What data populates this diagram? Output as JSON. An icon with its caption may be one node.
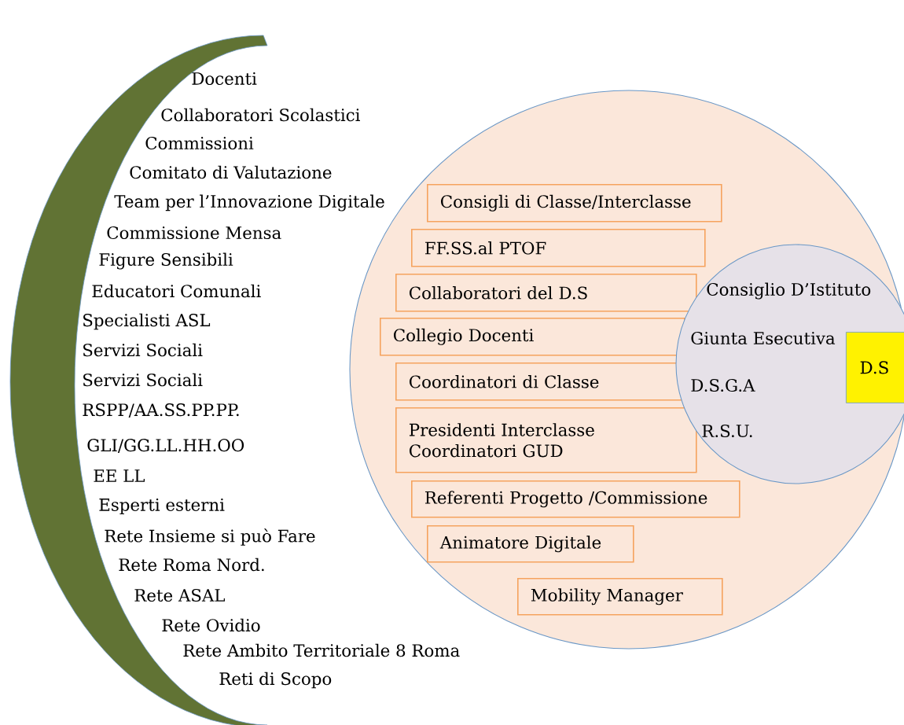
{
  "diagram": {
    "nodes": [
      {
        "text": [],
        "shape": "circle"
      },
      {
        "text": [
          "Consigli di Classe/Interclasse"
        ],
        "in": 0
      },
      {
        "text": [
          "FF.SS.al PTOF"
        ],
        "in": 0
      },
      {
        "text": [
          "Collaboratori del D.S"
        ],
        "in": 0
      },
      {
        "text": [
          "Collegio Docenti"
        ],
        "in": 0
      },
      {
        "text": [
          "Coordinatori di Classe"
        ],
        "in": 0
      },
      {
        "text": [
          "Presidenti Interclasse",
          "Coordinatori GUD"
        ],
        "in": 0
      },
      {
        "text": [
          "Referenti Progetto /Commissione"
        ],
        "in": 0
      },
      {
        "text": [
          "Animatore Digitale"
        ],
        "in": 0
      },
      {
        "text": [
          "Mobility Manager"
        ],
        "in": 0
      },
      {
        "text": [
          "Consiglio D’Istituto",
          "Giunta Esecutiva",
          "D.S.G.A",
          "R.S.U."
        ],
        "in": 0
      },
      {
        "text": [
          "D.S"
        ],
        "in": 10
      }
    ],
    "labels": [
      "Docenti",
      "Collaboratori Scolastici",
      "Commissioni",
      "Comitato di Valutazione",
      "Team per l’Innovazione Digitale",
      "Commissione Mensa",
      "Figure Sensibili",
      "Educatori Comunali",
      "Specialisti ASL",
      "Servizi Sociali",
      "Servizi Sociali",
      "RSPP/AA.SS.PP.PP.",
      "GLI/GG.LL.HH.OO",
      "EE LL",
      "Esperti esterni",
      "Rete Insieme si può Fare",
      "Rete Roma Nord.",
      "Rete ASAL",
      "Rete Ovidio",
      "Rete Ambito Territoriale 8 Roma",
      "Reti di Scopo"
    ]
  }
}
